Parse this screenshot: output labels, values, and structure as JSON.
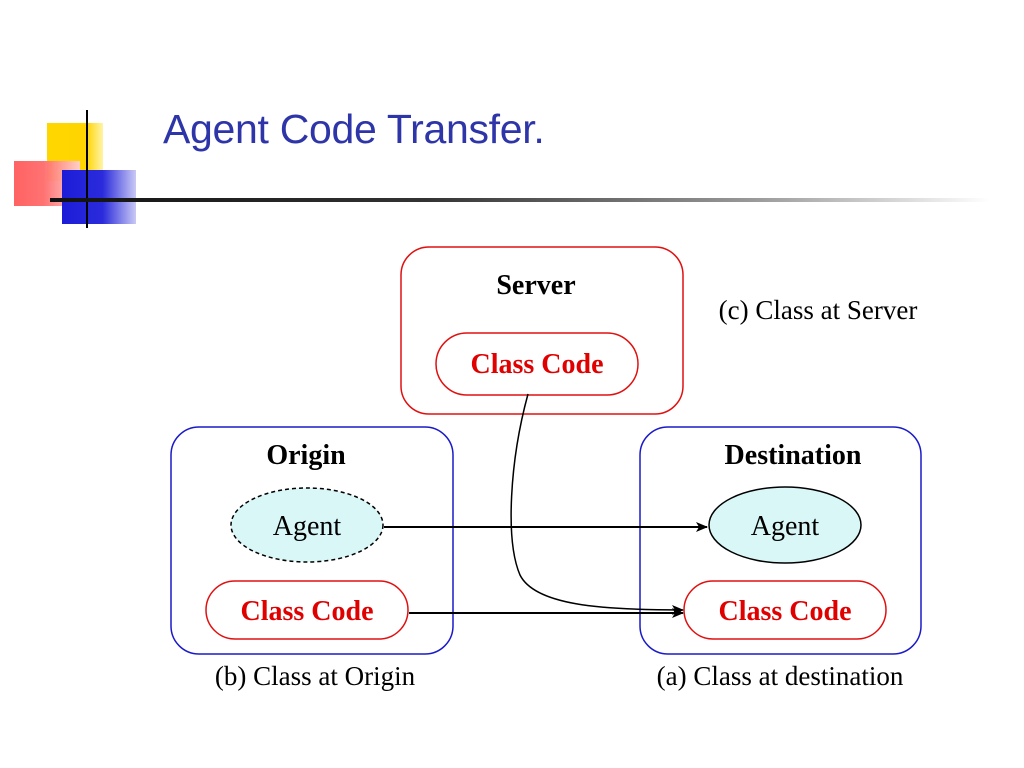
{
  "slide": {
    "title": "Agent Code Transfer."
  },
  "diagram": {
    "server": {
      "label": "Server",
      "class_code": "Class Code",
      "caption": "(c) Class at Server"
    },
    "origin": {
      "label": "Origin",
      "agent": "Agent",
      "class_code": "Class Code",
      "caption": "(b) Class at Origin"
    },
    "destination": {
      "label": "Destination",
      "agent": "Agent",
      "class_code": "Class Code",
      "caption": "(a) Class at destination"
    }
  },
  "colors": {
    "title": "#2e35a8",
    "server_border": "#e01010",
    "host_border": "#1a1ac8",
    "class_code_text": "#e00000",
    "agent_fill": "#d9f7f7"
  }
}
